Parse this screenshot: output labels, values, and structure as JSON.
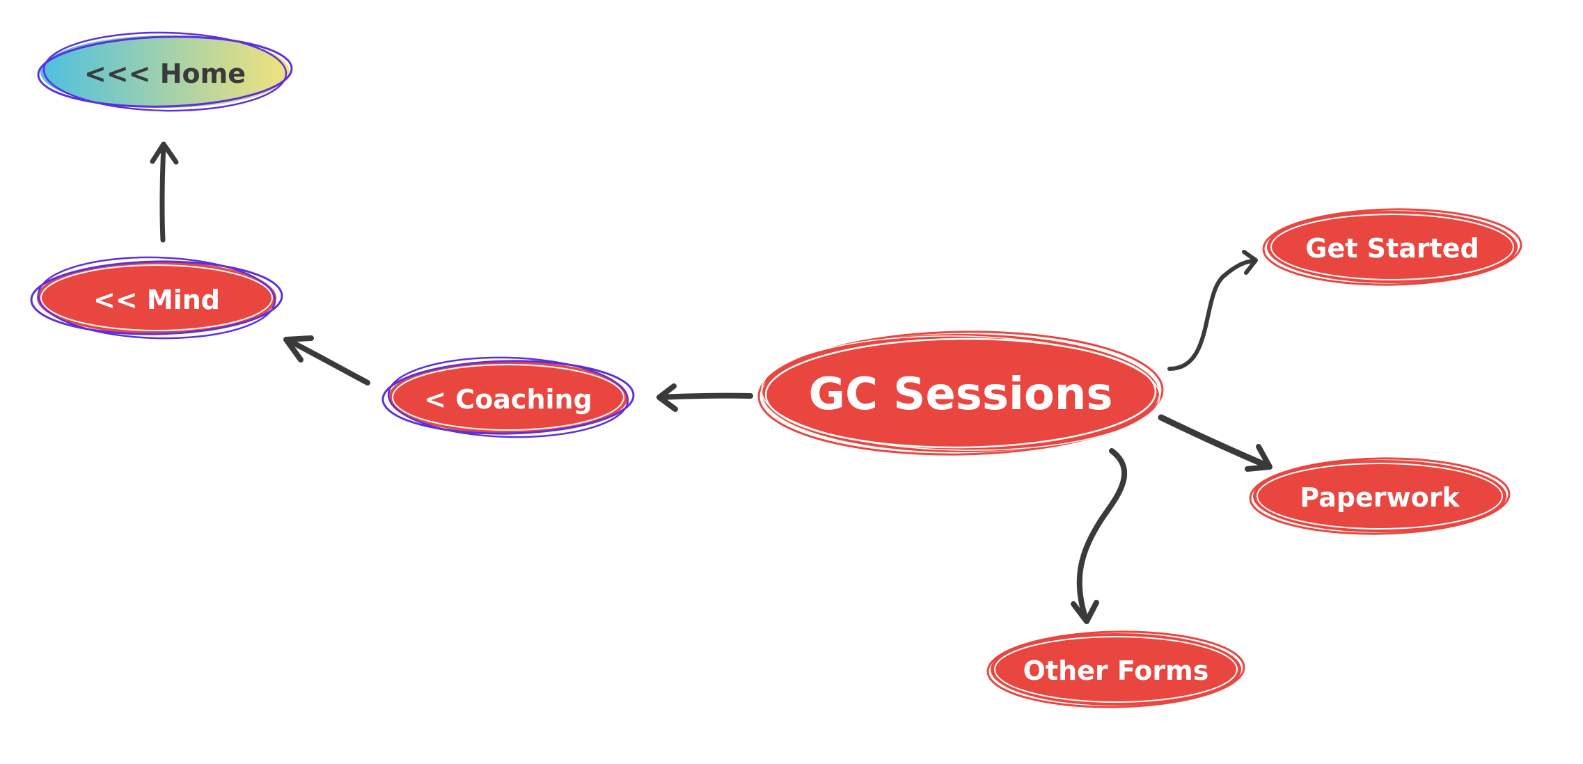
{
  "colors": {
    "node_fill": "#ea4640",
    "node_outline_red": "#ea4640",
    "node_outline_purple": "#5a2fe0",
    "home_gradient_start": "#4dbfe0",
    "home_gradient_end": "#f3e27a",
    "home_text": "#3a3a3a",
    "label_text": "#ffffff",
    "arrow": "#3a3a3a"
  },
  "nodes": {
    "home": {
      "label": "<<< Home",
      "icon": "gradient-oval"
    },
    "mind": {
      "label": "<< Mind"
    },
    "coaching": {
      "label": "< Coaching"
    },
    "gc_sessions": {
      "label": "GC Sessions"
    },
    "get_started": {
      "label": "Get Started"
    },
    "paperwork": {
      "label": "Paperwork"
    },
    "other_forms": {
      "label": "Other Forms"
    }
  }
}
